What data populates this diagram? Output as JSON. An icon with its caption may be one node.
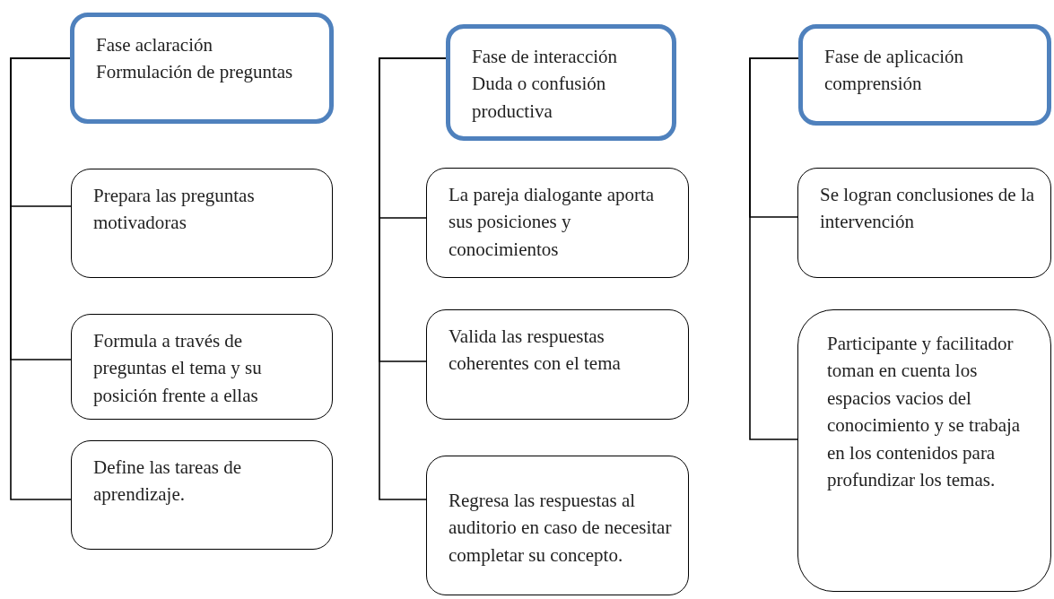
{
  "diagram": {
    "nodes": [
      {
        "text": [
          "Fase aclaración",
          "Formulación de preguntas"
        ]
      },
      {
        "text": [
          "Prepara las preguntas motivadoras"
        ]
      },
      {
        "text": [
          "Formula a través de preguntas el tema y su posición frente a ellas"
        ]
      },
      {
        "text": [
          "Define las tareas de aprendizaje."
        ]
      },
      {
        "text": [
          "Fase de interacción",
          "Duda o confusión productiva"
        ]
      },
      {
        "text": [
          "La pareja dialogante aporta sus posiciones y conocimientos"
        ]
      },
      {
        "text": [
          "Valida las respuestas coherentes con el tema"
        ]
      },
      {
        "text": [
          "Regresa las respuestas al auditorio en caso de necesitar completar su concepto."
        ]
      },
      {
        "text": [
          "Fase de aplicación",
          "comprensión"
        ]
      },
      {
        "text": [
          "Se logran conclusiones de la intervención"
        ]
      },
      {
        "text": [
          "Participante y facilitador toman en cuenta los espacios vacios del conocimiento y  se trabaja en los contenidos para profundizar los temas."
        ]
      }
    ],
    "edges": [
      {
        "from": 0,
        "to": 1,
        "arrow": "none"
      },
      {
        "from": 0,
        "to": 2,
        "arrow": "none"
      },
      {
        "from": 0,
        "to": 3,
        "arrow": "none"
      },
      {
        "from": 4,
        "to": 5,
        "arrow": "none"
      },
      {
        "from": 4,
        "to": 6,
        "arrow": "none"
      },
      {
        "from": 4,
        "to": 7,
        "arrow": "none"
      },
      {
        "from": 8,
        "to": 9,
        "arrow": "none"
      },
      {
        "from": 8,
        "to": 10,
        "arrow": "none"
      }
    ]
  }
}
